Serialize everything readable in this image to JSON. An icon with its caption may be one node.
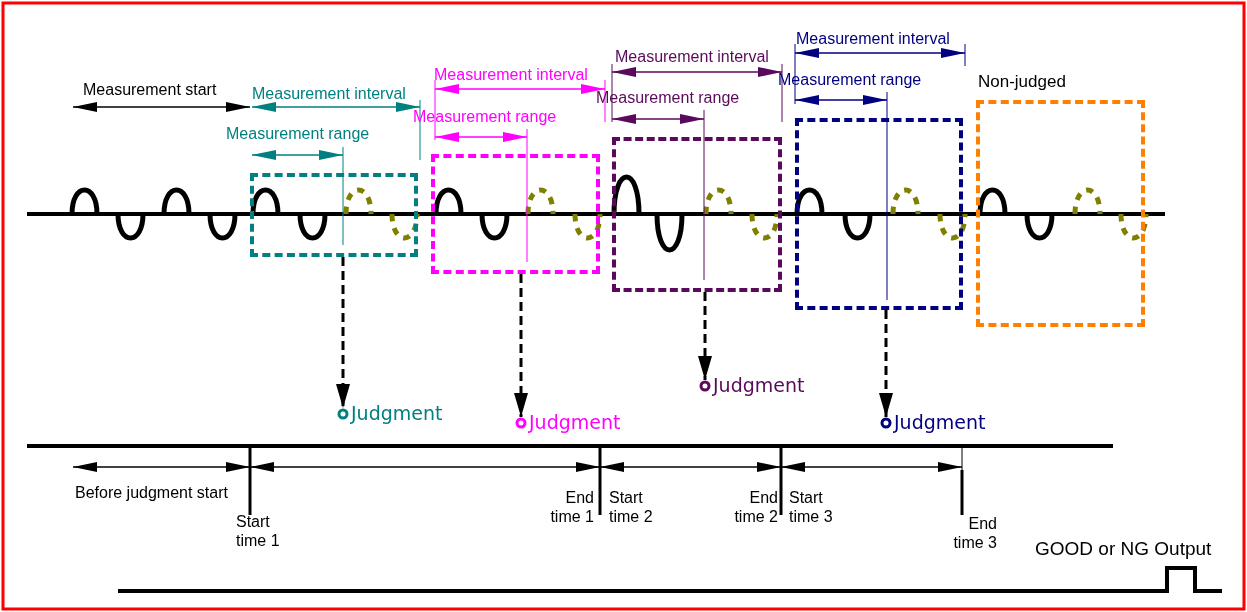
{
  "diagram": {
    "nodes": [
      {
        "text": [],
        "shape": "box"
      },
      {
        "text": [],
        "shape": "box"
      },
      {
        "text": [],
        "shape": "box"
      },
      {
        "text": [],
        "shape": "box"
      },
      {
        "text": [
          "Non-judged"
        ]
      },
      {
        "text": [
          "Judgment"
        ]
      },
      {
        "text": [
          "Judgment"
        ]
      },
      {
        "text": [
          "Judgment"
        ]
      },
      {
        "text": [
          "Judgment"
        ]
      }
    ],
    "edges": [
      {
        "from": 0,
        "to": 5,
        "arrow": "to",
        "style": "dashed"
      },
      {
        "from": 1,
        "to": 6,
        "arrow": "to",
        "style": "dashed"
      },
      {
        "from": 2,
        "to": 7,
        "arrow": "to",
        "style": "dashed"
      },
      {
        "from": 3,
        "to": 8,
        "arrow": "to",
        "style": "dashed"
      }
    ],
    "labels": [
      "Measurement start",
      "Measurement interval",
      "Measurement range",
      "Measurement interval",
      "Measurement range",
      "Measurement interval",
      "Measurement range",
      "Measurement interval",
      "Measurement range",
      "Before judgment start",
      "Start time 1",
      "End time 1",
      "Start time 2",
      "End time 2",
      "Start time 3",
      "End time 3",
      "GOOD or NG Output"
    ]
  }
}
